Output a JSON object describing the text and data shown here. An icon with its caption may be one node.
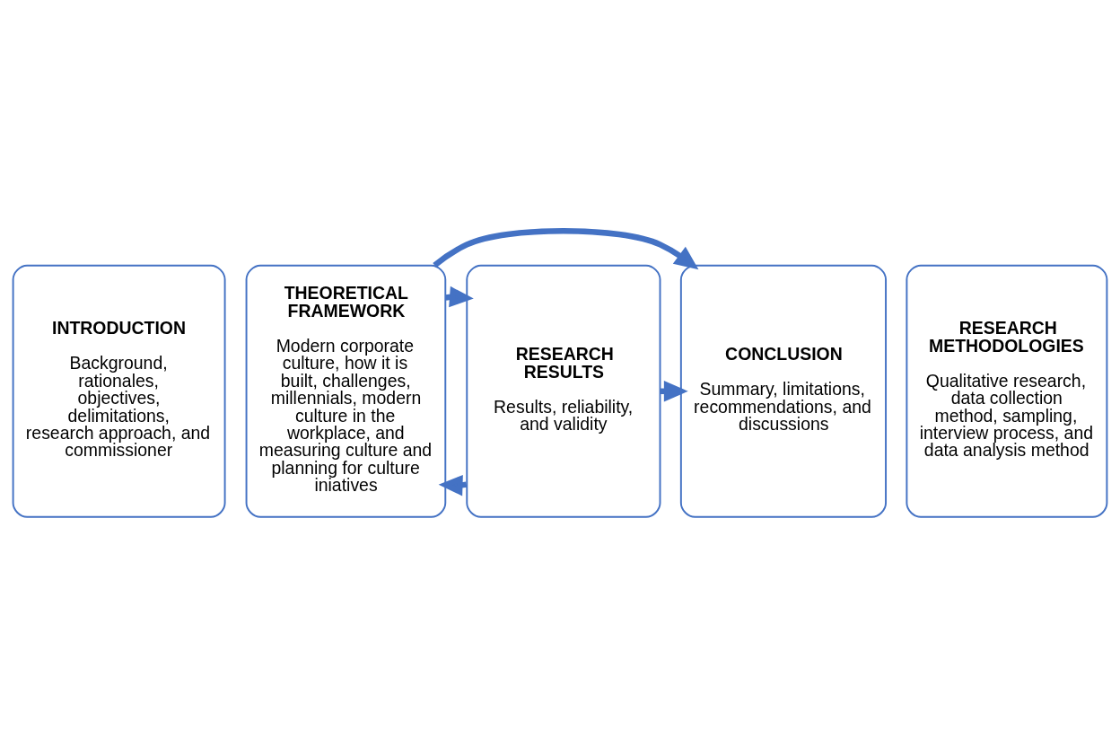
{
  "diagram": {
    "nodes": [
      {
        "text": [
          "INTRODUCTION",
          "Background, rationales, objectives, delimitations, research approach, and commissioner"
        ]
      },
      {
        "text": [
          "THEORETICAL FRAMEWORK",
          "Modern corporate culture, how it is built, challenges, millennials, modern culture in the workplace, and measuring culture and planning for culture iniatives"
        ]
      },
      {
        "text": [
          "RESEARCH METHODOLOGIES",
          "Qualitative research, data collection method, sampling, interview process, and data analysis method"
        ]
      },
      {
        "text": [
          "RESEARCH RESULTS",
          "Results, reliability, and validity"
        ]
      },
      {
        "text": [
          "CONCLUSION",
          "Summary, limitations, recommendations, and discussions"
        ]
      }
    ],
    "edges": [
      {
        "from": 3,
        "to": 1,
        "arrow": "to"
      },
      {
        "from": 3,
        "to": 4,
        "arrow": "to"
      },
      {
        "from": 1,
        "to": 3,
        "arrow": "to"
      },
      {
        "from": 1,
        "to": 4,
        "arrow": "to"
      }
    ]
  }
}
